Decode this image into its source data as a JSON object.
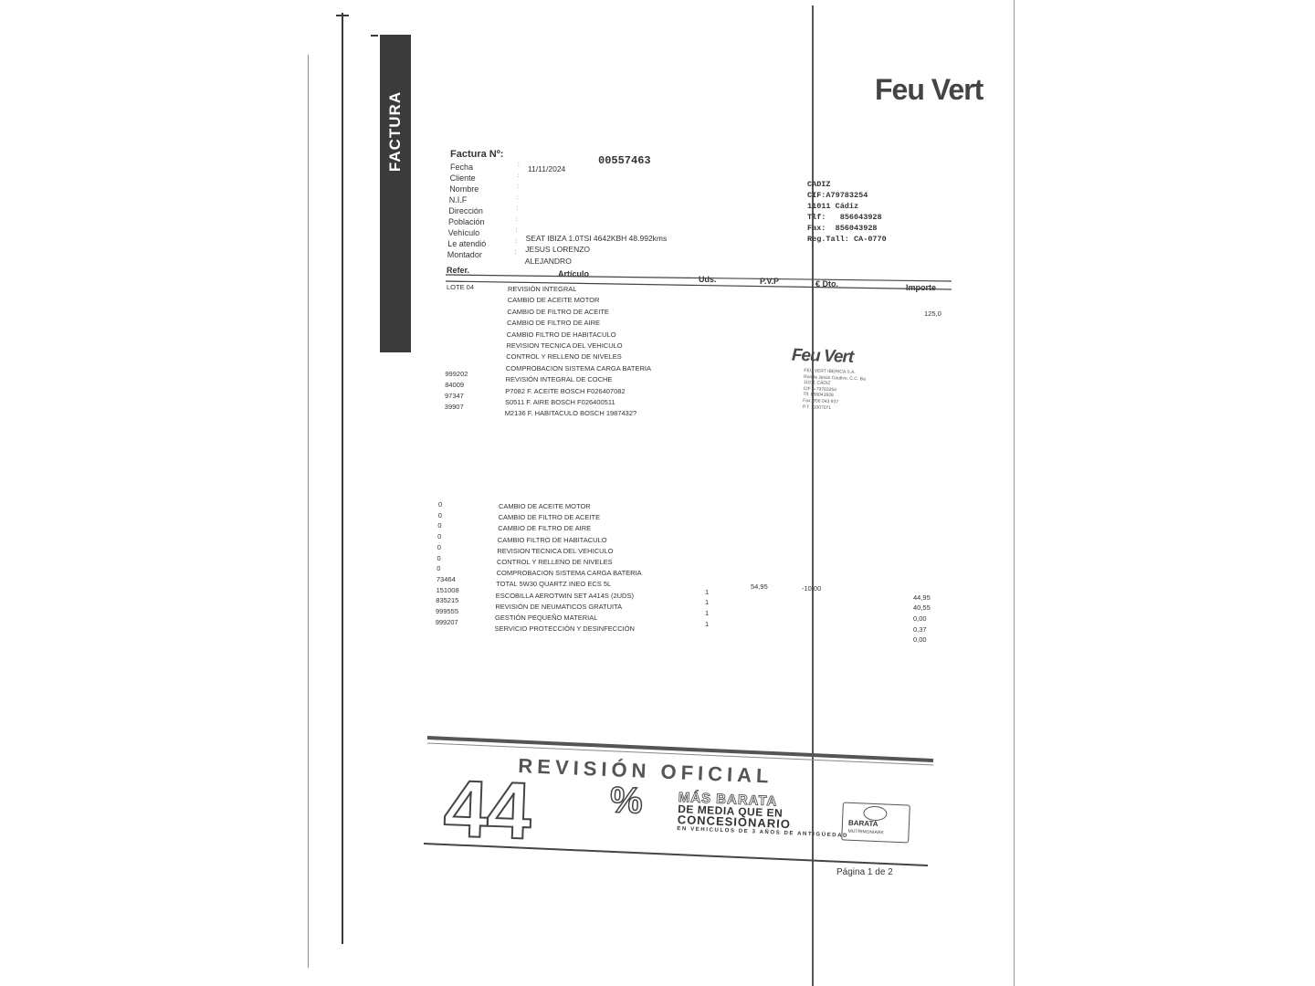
{
  "document": {
    "side_label": "FACTURA",
    "logo": "Feu Vert",
    "invoice_label": "Factura Nº:",
    "invoice_number": "00557463",
    "fields": [
      {
        "label": "Fecha",
        "value": "11/11/2024"
      },
      {
        "label": "Cliente",
        "value": ""
      },
      {
        "label": "Nombre",
        "value": ""
      },
      {
        "label": "N.I.F",
        "value": ""
      },
      {
        "label": "Dirección",
        "value": ""
      },
      {
        "label": "Población",
        "value": ""
      },
      {
        "label": "Vehículo",
        "value": "SEAT IBIZA 1.0TSI 4642KBH 48.992kms"
      },
      {
        "label": "Le atendió",
        "value": "JESUS LORENZO"
      },
      {
        "label": "Montador",
        "value": "ALEJANDRO"
      }
    ],
    "shop": {
      "city": "CADIZ",
      "cif": "CIF:A79783254",
      "postal": "11011 Cádiz",
      "tel_label": "Tlf:",
      "tel": "856043928",
      "fax_label": "Fax:",
      "fax": "856043928",
      "reg_label": "Reg.Tall:",
      "reg": "CA-0770"
    },
    "table_headers": {
      "ref": "Refer.",
      "article": "Artículo",
      "uds": "Uds.",
      "pvp": "P.V.P",
      "dto": "€ Dto.",
      "importe": "Importe"
    },
    "group1": [
      {
        "code": "LOTE 04",
        "desc": "REVISIÓN INTEGRAL",
        "importe": ""
      },
      {
        "code": "",
        "desc": "CAMBIO DE ACEITE MOTOR",
        "importe": "125,0"
      },
      {
        "code": "",
        "desc": "CAMBIO DE FILTRO DE ACEITE",
        "importe": ""
      },
      {
        "code": "",
        "desc": "CAMBIO DE FILTRO DE AIRE",
        "importe": ""
      },
      {
        "code": "",
        "desc": "CAMBIO FILTRO DE HABITACULO",
        "importe": ""
      },
      {
        "code": "",
        "desc": "REVISION TECNICA DEL VEHICULO",
        "importe": ""
      },
      {
        "code": "",
        "desc": "CONTROL Y RELLENO DE NIVELES",
        "importe": ""
      },
      {
        "code": "",
        "desc": "COMPROBACION SISTEMA CARGA BATERIA",
        "importe": ""
      },
      {
        "code": "999202",
        "desc": "REVISIÓN INTEGRAL DE COCHE",
        "importe": ""
      },
      {
        "code": "84009",
        "desc": "P7082 F. ACEITE BOSCH F026407082",
        "importe": ""
      },
      {
        "code": "97347",
        "desc": "S0511 F. AIRE BOSCH F026400511",
        "importe": ""
      },
      {
        "code": "39907",
        "desc": "M2136 F. HABITACULO BOSCH 1987432?",
        "importe": ""
      }
    ],
    "stamp": {
      "brand": "Feu Vert",
      "lines": [
        "FEU VERT IBERICA S.A.",
        "Ronda Jesús Cautivo, C.C. Ba",
        "11011 CÁDIZ",
        "CIF A-79783254",
        "Tlf. 856043928",
        "Fax. 856 043 937",
        "P.T. 11007071"
      ]
    },
    "group2": [
      {
        "code": "0",
        "desc": "CAMBIO DE ACEITE MOTOR",
        "q": "",
        "pvp": "",
        "dto": "",
        "importe": ""
      },
      {
        "code": "0",
        "desc": "CAMBIO DE FILTRO DE ACEITE",
        "q": "",
        "pvp": "",
        "dto": "",
        "importe": ""
      },
      {
        "code": "0",
        "desc": "CAMBIO DE FILTRO DE AIRE",
        "q": "",
        "pvp": "",
        "dto": "",
        "importe": ""
      },
      {
        "code": "0",
        "desc": "CAMBIO FILTRO DE HABITACULO",
        "q": "",
        "pvp": "",
        "dto": "",
        "importe": ""
      },
      {
        "code": "0",
        "desc": "REVISION TECNICA DEL VEHICULO",
        "q": "",
        "pvp": "",
        "dto": "",
        "importe": ""
      },
      {
        "code": "0",
        "desc": "CONTROL Y RELLENO DE NIVELES",
        "q": "",
        "pvp": "",
        "dto": "",
        "importe": ""
      },
      {
        "code": "0",
        "desc": "COMPROBACION SISTEMA CARGA BATERIA",
        "q": "",
        "pvp": "",
        "dto": "",
        "importe": ""
      },
      {
        "code": "73464",
        "desc": "TOTAL 5W30 QUARTZ INEO ECS 5L",
        "q": "",
        "pvp": "",
        "dto": "",
        "importe": ""
      },
      {
        "code": "151008",
        "desc": "ESCOBILLA AEROTWIN SET A414S (2UDS)",
        "q": "1",
        "pvp": "54,95",
        "dto": "-10,00",
        "importe": "44,95"
      },
      {
        "code": "835215",
        "desc": "REVISIÓN DE NEUMATICOS GRATUITA",
        "q": "1",
        "pvp": "",
        "dto": "",
        "importe": "40,55"
      },
      {
        "code": "999555",
        "desc": "GESTIÓN PEQUEÑO MATERIAL",
        "q": "1",
        "pvp": "",
        "dto": "",
        "importe": "0,00"
      },
      {
        "code": "999207",
        "desc": "SERVICIO PROTECCIÓN Y DESINFECCIÓN",
        "q": "1",
        "pvp": "",
        "dto": "",
        "importe": "0,37"
      },
      {
        "code": "",
        "desc": "",
        "q": "",
        "pvp": "",
        "dto": "",
        "importe": "0,00"
      }
    ],
    "promo": {
      "title": "REVISIÓN OFICIAL",
      "number": "44",
      "percent": "%",
      "line1": "MÁS BARATA",
      "line2": "DE MEDIA QUE EN",
      "line3": "CONCESIONARIO",
      "line4": "EN VEHICULOS DE 3 AÑOS DE ANTIGÜEDAD",
      "badge_top": "BARATA",
      "badge_bottom": "MUTRIMONIARK"
    },
    "page": "Página 1 de 2"
  }
}
